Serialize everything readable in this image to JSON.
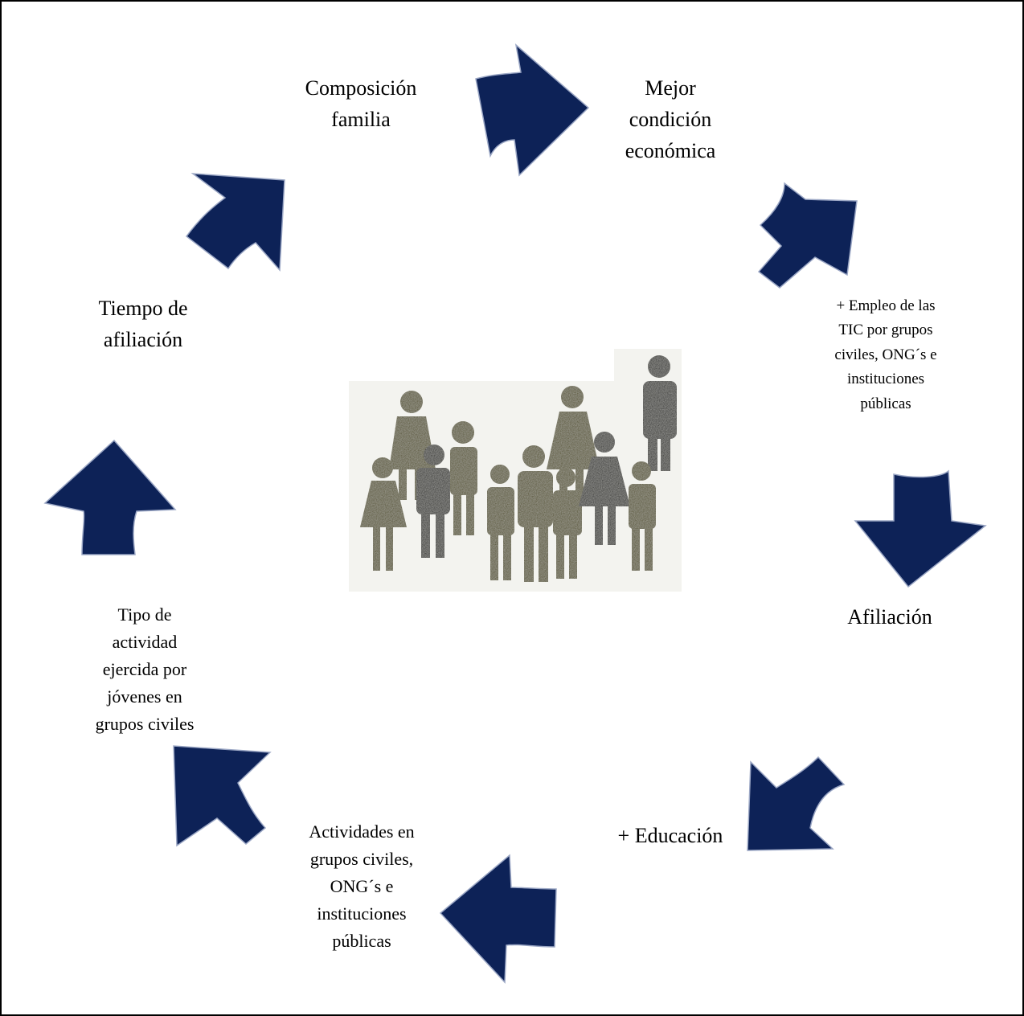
{
  "diagram": {
    "nodes": {
      "composicion": [
        "Composición",
        "familia"
      ],
      "mejor": [
        "Mejor",
        "condición",
        "económica"
      ],
      "empleo": [
        "+ Empleo de las",
        "TIC por grupos",
        "civiles, ONG´s e",
        "instituciones",
        "públicas"
      ],
      "afiliacion": [
        "Afiliación"
      ],
      "educacion": [
        "+ Educación"
      ],
      "actividades": [
        "Actividades en",
        "grupos civiles,",
        "ONG´s e",
        "instituciones",
        "públicas"
      ],
      "tipo": [
        "Tipo de",
        "actividad",
        "ejercida por",
        "jóvenes en",
        "grupos civiles"
      ],
      "tiempo": [
        "Tiempo de",
        "afiliación"
      ]
    },
    "flow": [
      "composicion",
      "mejor",
      "empleo",
      "afiliacion",
      "educacion",
      "actividades",
      "tipo",
      "tiempo",
      "composicion"
    ],
    "arrow_icon": "curved-block-arrow",
    "center_image": "group-of-people-silhouettes"
  },
  "colors": {
    "arrow_fill": "#0d2257",
    "arrow_stroke": "#9aa6c4",
    "figure_olive": "#4a4510",
    "figure_dark": "#0c0c0c",
    "border": "#000000"
  }
}
